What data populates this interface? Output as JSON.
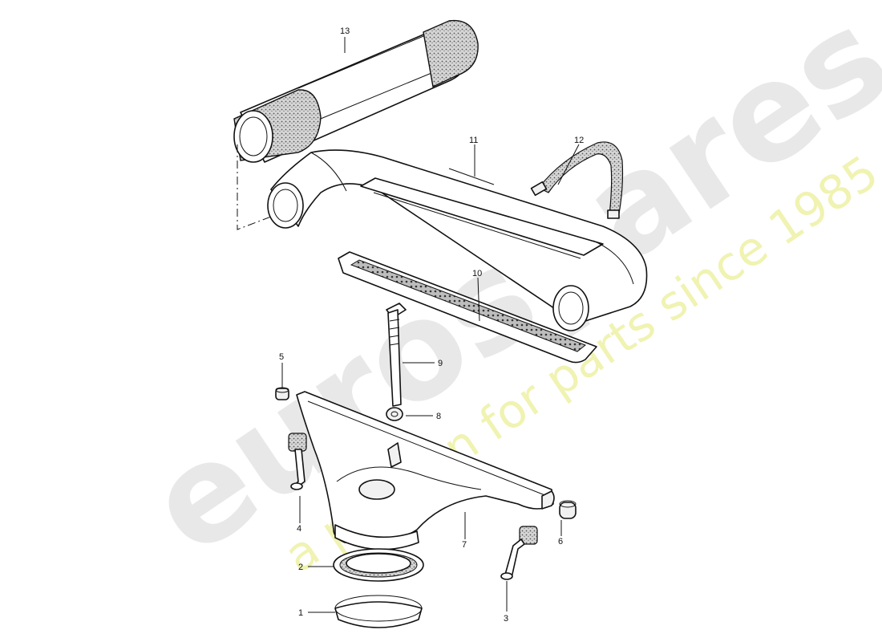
{
  "diagram": {
    "callouts": {
      "c1": "1",
      "c2": "2",
      "c3": "3",
      "c4": "4",
      "c5": "5",
      "c6": "6",
      "c7": "7",
      "c8": "8",
      "c9": "9",
      "c10": "10",
      "c11": "11",
      "c12": "12",
      "c13": "13"
    }
  },
  "watermark": {
    "brand": "eurospares",
    "tagline": "a passion for parts since 1985",
    "brand_color": "#e4e4e4",
    "tagline_color": "#eef2a8"
  }
}
